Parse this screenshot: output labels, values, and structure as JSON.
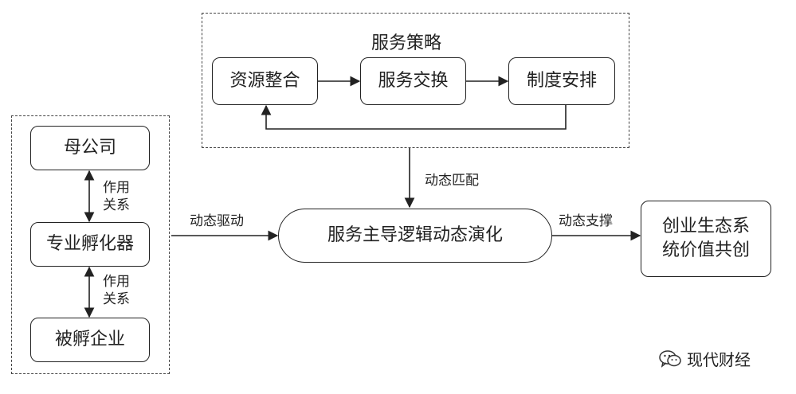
{
  "left_group": {
    "top_box": "母公司",
    "middle_box": "专业孵化器",
    "bottom_box": "被孵企业",
    "relation_upper": [
      "作用",
      "关系"
    ],
    "relation_lower": [
      "作用",
      "关系"
    ]
  },
  "strategy_group": {
    "title": "服务策略",
    "box_1": "资源整合",
    "box_2": "服务交换",
    "box_3": "制度安排"
  },
  "center": {
    "oval": "服务主导逻辑动态演化"
  },
  "right_box": {
    "line_1": "创业生态系",
    "line_2": "统价值共创"
  },
  "edge_labels": {
    "drive": "动态驱动",
    "match": "动态匹配",
    "support": "动态支撑"
  },
  "watermark": {
    "text": "现代财经"
  }
}
